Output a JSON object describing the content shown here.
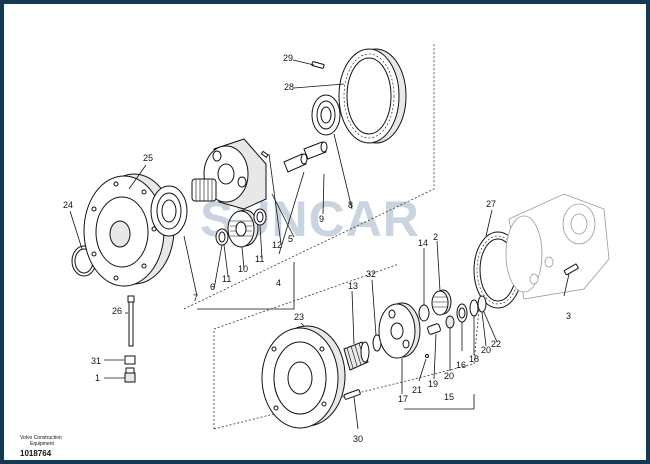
{
  "watermark": "SUNCAR",
  "footer": {
    "org_line1": "Volvo Construction",
    "org_line2": "Equipment",
    "doc_number": "1018764"
  },
  "callouts": {
    "c1": "1",
    "c2": "2",
    "c3": "3",
    "c4": "4",
    "c5": "5",
    "c6": "6",
    "c7": "7",
    "c8": "8",
    "c9": "9",
    "c10": "10",
    "c11a": "11",
    "c11b": "11",
    "c12": "12",
    "c13": "13",
    "c14": "14",
    "c15": "15",
    "c16": "16",
    "c17": "17",
    "c18": "18",
    "c19": "19",
    "c20a": "20",
    "c20b": "20",
    "c21": "21",
    "c22": "22",
    "c23": "23",
    "c24": "24",
    "c25": "25",
    "c26": "26",
    "c27": "27",
    "c28": "28",
    "c29": "29",
    "c30": "30",
    "c31": "31",
    "c32": "32"
  }
}
